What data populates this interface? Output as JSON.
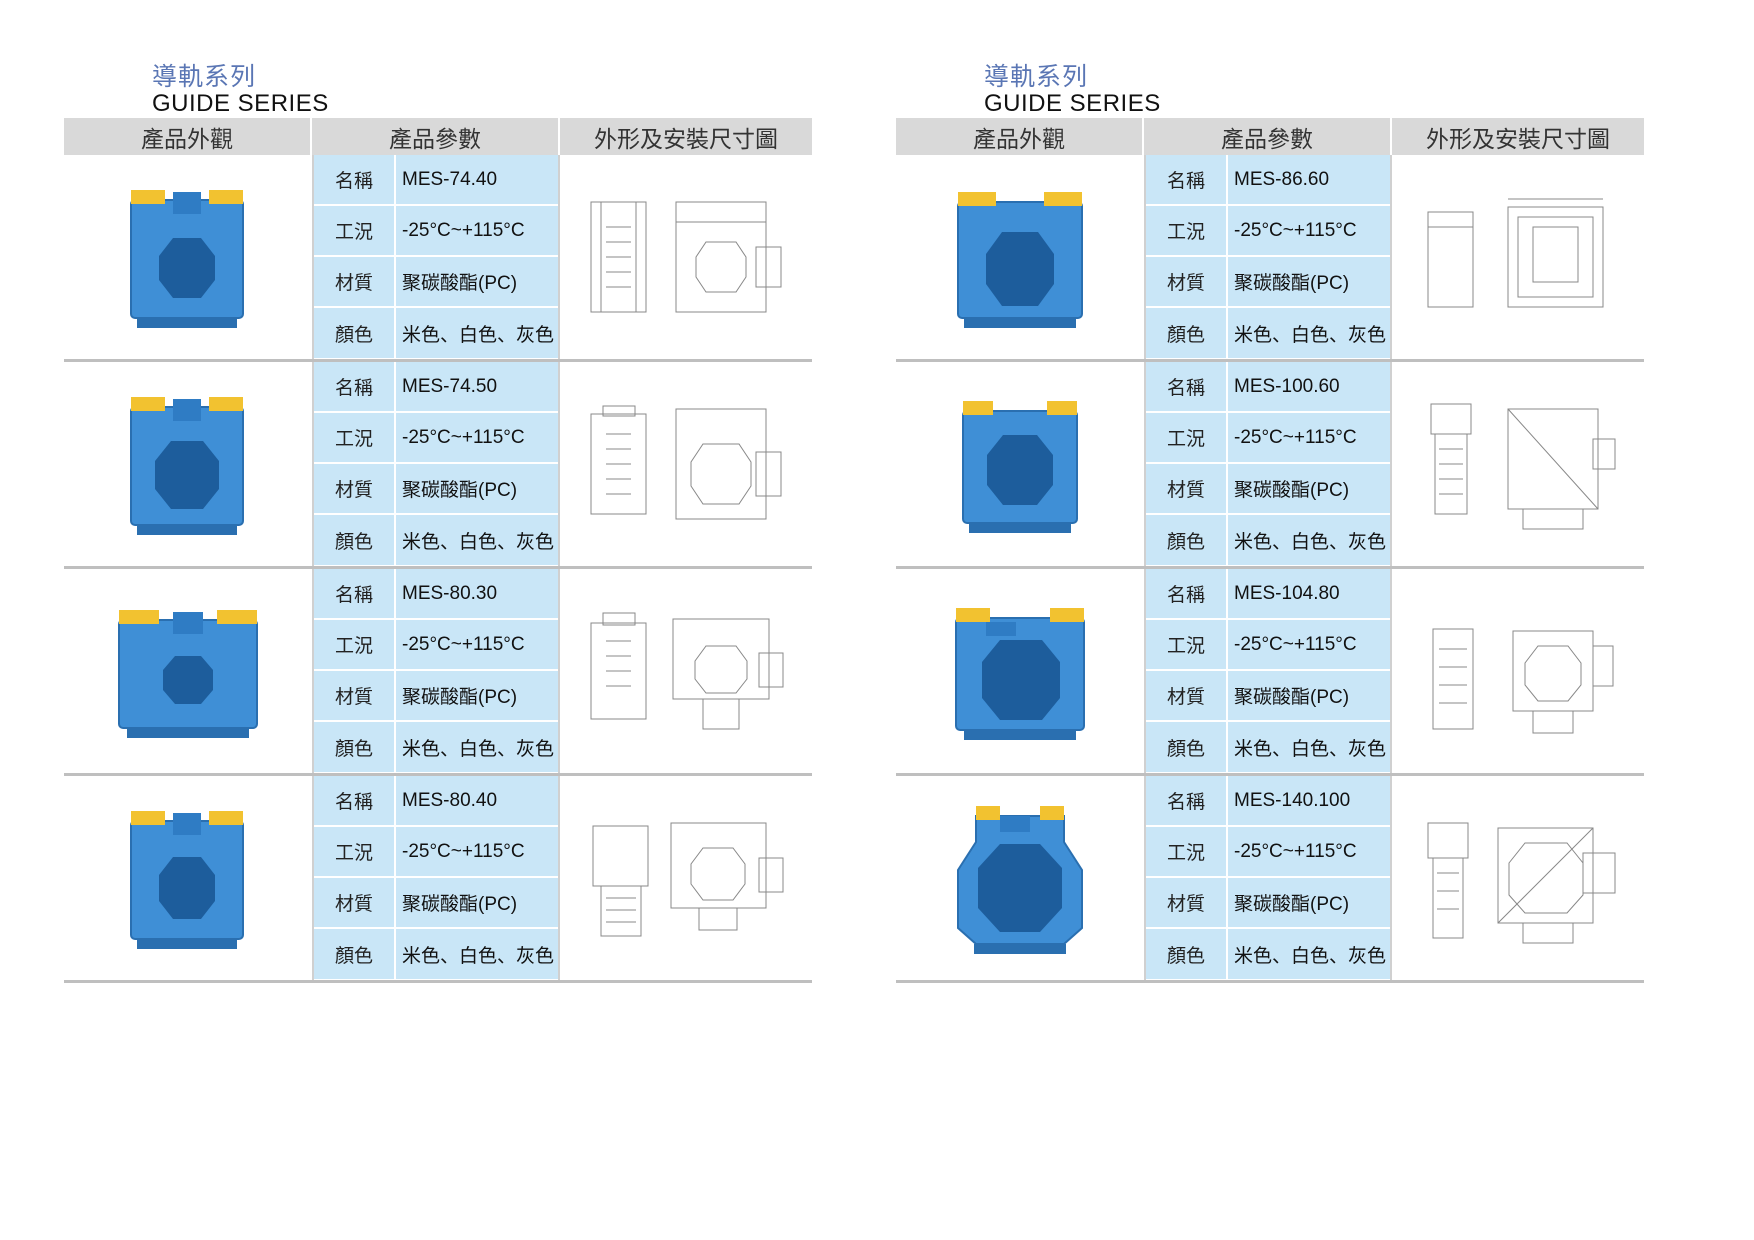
{
  "panels": [
    {
      "series_cn": "導軌系列",
      "series_en": "GUIDE SERIES",
      "headers": [
        "產品外觀",
        "產品參數",
        "外形及安裝尺寸圖"
      ],
      "labels": [
        "名稱",
        "工況",
        "材質",
        "顏色"
      ],
      "products": [
        {
          "name": "MES-74.40",
          "condition": "-25°C~+115°C",
          "material": "聚碳酸酯(PC)",
          "color": "米色、白色、灰色"
        },
        {
          "name": "MES-74.50",
          "condition": "-25°C~+115°C",
          "material": "聚碳酸酯(PC)",
          "color": "米色、白色、灰色"
        },
        {
          "name": "MES-80.30",
          "condition": "-25°C~+115°C",
          "material": "聚碳酸酯(PC)",
          "color": "米色、白色、灰色"
        },
        {
          "name": "MES-80.40",
          "condition": "-25°C~+115°C",
          "material": "聚碳酸酯(PC)",
          "color": "米色、白色、灰色"
        }
      ]
    },
    {
      "series_cn": "導軌系列",
      "series_en": "GUIDE SERIES",
      "headers": [
        "產品外觀",
        "產品參數",
        "外形及安裝尺寸圖"
      ],
      "labels": [
        "名稱",
        "工況",
        "材質",
        "顏色"
      ],
      "products": [
        {
          "name": "MES-86.60",
          "condition": "-25°C~+115°C",
          "material": "聚碳酸酯(PC)",
          "color": "米色、白色、灰色"
        },
        {
          "name": "MES-100.60",
          "condition": "-25°C~+115°C",
          "material": "聚碳酸酯(PC)",
          "color": "米色、白色、灰色"
        },
        {
          "name": "MES-104.80",
          "condition": "-25°C~+115°C",
          "material": "聚碳酸酯(PC)",
          "color": "米色、白色、灰色"
        },
        {
          "name": "MES-140.100",
          "condition": "-25°C~+115°C",
          "material": "聚碳酸酯(PC)",
          "color": "米色、白色、灰色"
        }
      ]
    }
  ],
  "colors": {
    "accent_blue": "#3f8fd6",
    "cap_yellow": "#f2c230",
    "param_bg": "#c9e6f7",
    "header_bg": "#d9d9d9"
  }
}
